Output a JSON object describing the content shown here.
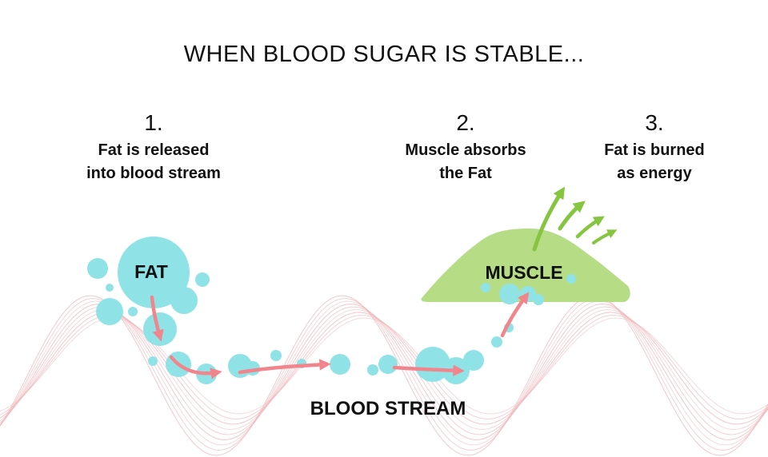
{
  "title": "WHEN BLOOD SUGAR IS STABLE...",
  "steps": [
    {
      "number": "1.",
      "line1": "Fat is released",
      "line2": "into blood stream"
    },
    {
      "number": "2.",
      "line1": "Muscle absorbs",
      "line2": "the Fat"
    },
    {
      "number": "3.",
      "line1": "Fat is burned",
      "line2": "as energy"
    }
  ],
  "labels": {
    "fat": "FAT",
    "muscle": "MUSCLE",
    "blood_stream": "BLOOD STREAM"
  },
  "colors": {
    "fat_bubble": "#8fe3e6",
    "arrow": "#f2848c",
    "muscle": "#b6dc86",
    "energy_arrow": "#86c540",
    "wave": "#efb9bd",
    "text": "#111111"
  }
}
